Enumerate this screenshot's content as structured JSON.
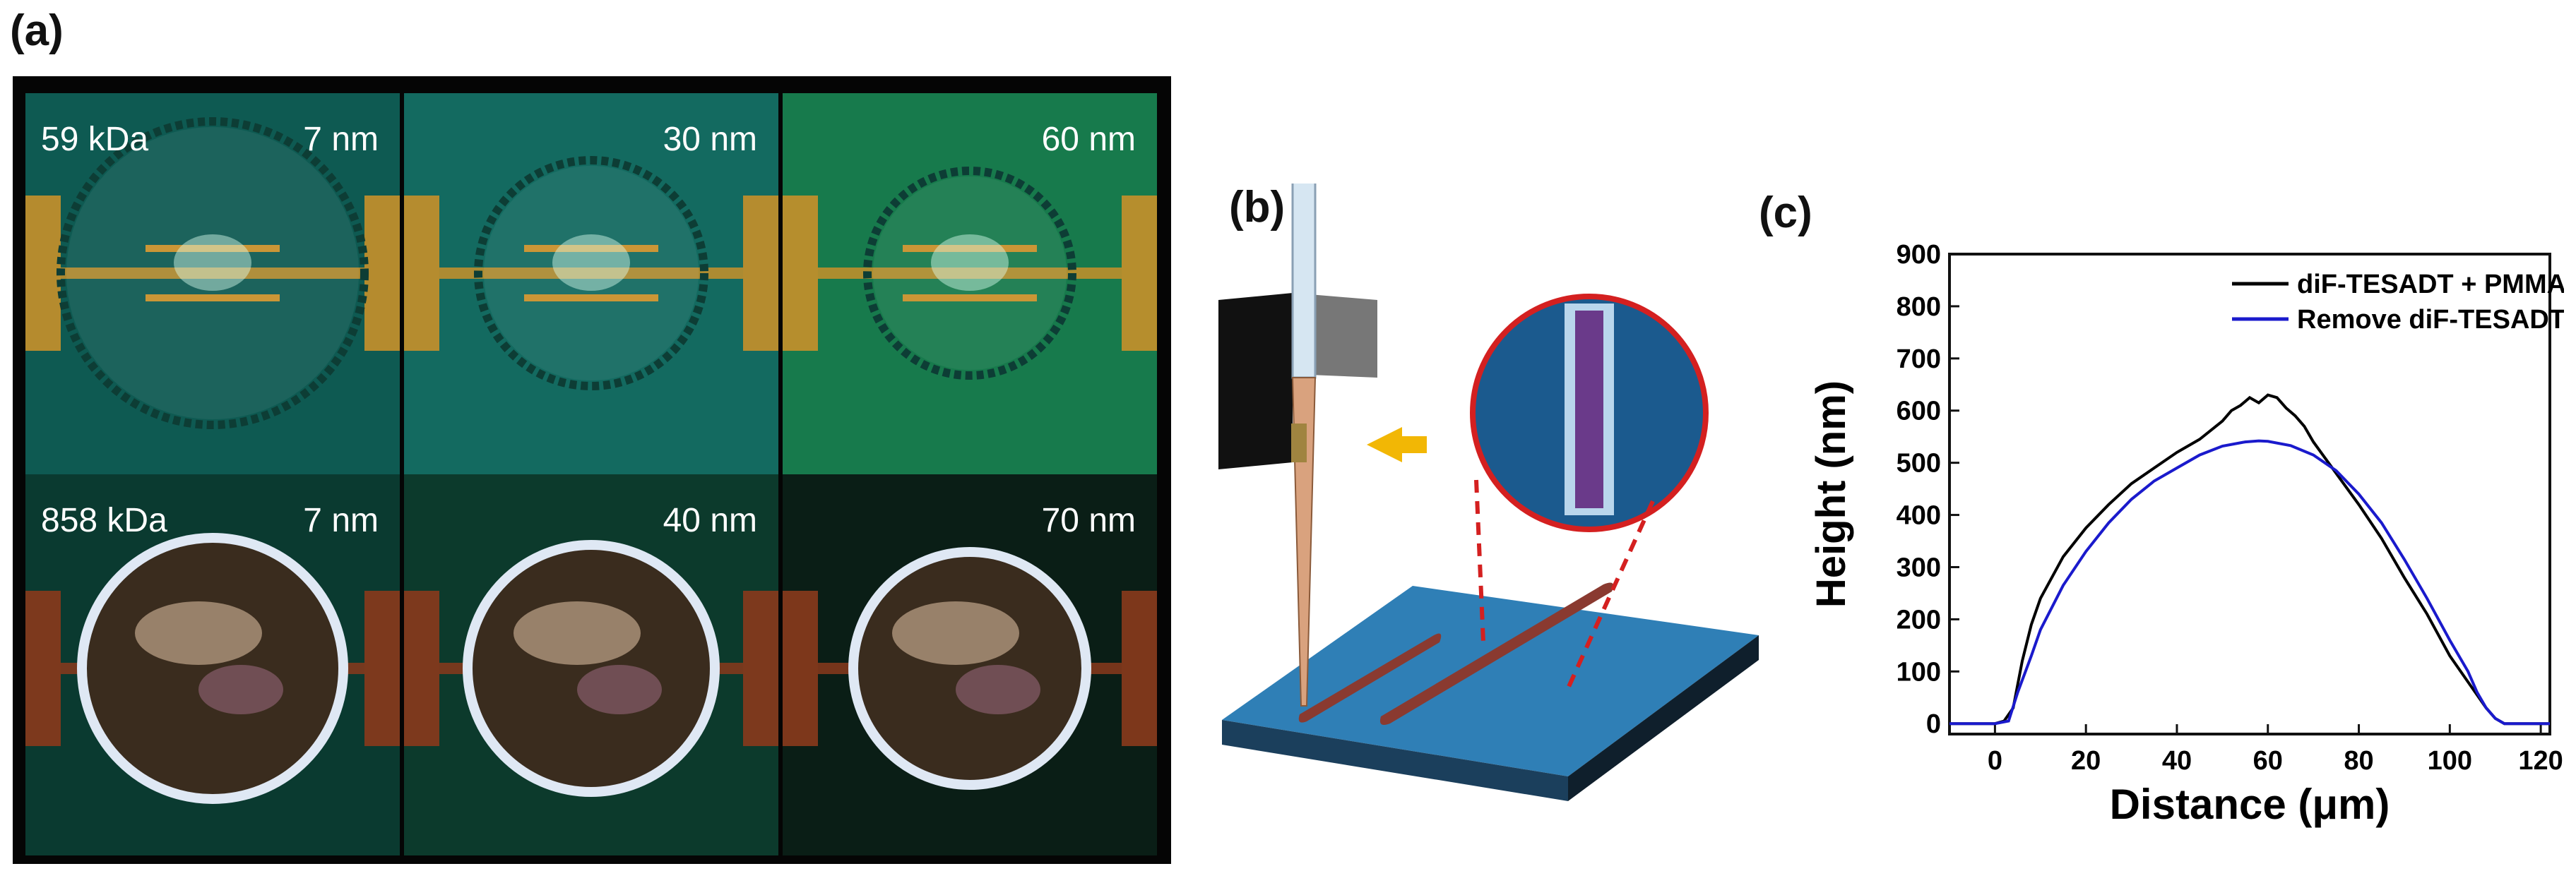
{
  "panel_a": {
    "letter": "(a)",
    "cells": [
      {
        "mw": "59 kDa",
        "height": "7 nm",
        "bg": "#0e5a52"
      },
      {
        "mw": "",
        "height": "30 nm",
        "bg": "#136a60"
      },
      {
        "mw": "",
        "height": "60 nm",
        "bg": "#177a4c"
      },
      {
        "mw": "858 kDa",
        "height": "7 nm",
        "bg": "#0a3a30"
      },
      {
        "mw": "",
        "height": "40 nm",
        "bg": "#0c3a2c"
      },
      {
        "mw": "",
        "height": "70 nm",
        "bg": "#0a1e16"
      }
    ]
  },
  "panel_b": {
    "letter": "(b)",
    "colors": {
      "substrate": "#2f7fb6",
      "substrate_edge": "#1b3f5c",
      "arrow": "#f2b705",
      "ring": "#d42020"
    }
  },
  "panel_c": {
    "letter": "(c)",
    "chart_data": {
      "type": "line",
      "title": "",
      "xlabel": "Distance (μm)",
      "ylabel": "Height (nm)",
      "xlim": [
        -10,
        122
      ],
      "ylim": [
        -20,
        900
      ],
      "xticks": [
        0,
        20,
        40,
        60,
        80,
        100,
        120
      ],
      "yticks": [
        0,
        100,
        200,
        300,
        400,
        500,
        600,
        700,
        800,
        900
      ],
      "legend_position": "top-right",
      "series": [
        {
          "name": "diF-TESADT + PMMA",
          "color": "#000000",
          "x": [
            -10,
            0,
            2,
            4,
            6,
            8,
            10,
            15,
            20,
            25,
            30,
            35,
            40,
            45,
            50,
            52,
            54,
            56,
            58,
            60,
            62,
            64,
            66,
            68,
            70,
            75,
            80,
            85,
            90,
            95,
            100,
            104,
            106,
            108,
            110,
            112,
            116,
            122
          ],
          "y": [
            0,
            0,
            5,
            30,
            120,
            190,
            240,
            320,
            375,
            420,
            460,
            490,
            520,
            545,
            580,
            600,
            610,
            625,
            615,
            630,
            625,
            605,
            590,
            570,
            540,
            480,
            420,
            355,
            280,
            210,
            130,
            80,
            55,
            30,
            10,
            0,
            0,
            0
          ]
        },
        {
          "name": "Remove diF-TESADT",
          "color": "#1a1acc",
          "x": [
            -10,
            0,
            3,
            5,
            8,
            10,
            15,
            20,
            25,
            30,
            35,
            40,
            45,
            50,
            55,
            58,
            60,
            65,
            70,
            75,
            80,
            85,
            90,
            95,
            100,
            104,
            106,
            108,
            110,
            112,
            116,
            122
          ],
          "y": [
            0,
            0,
            5,
            60,
            130,
            180,
            265,
            330,
            385,
            430,
            465,
            490,
            515,
            532,
            540,
            542,
            541,
            533,
            515,
            485,
            440,
            385,
            315,
            240,
            160,
            100,
            60,
            30,
            10,
            0,
            0,
            0
          ]
        }
      ]
    }
  }
}
